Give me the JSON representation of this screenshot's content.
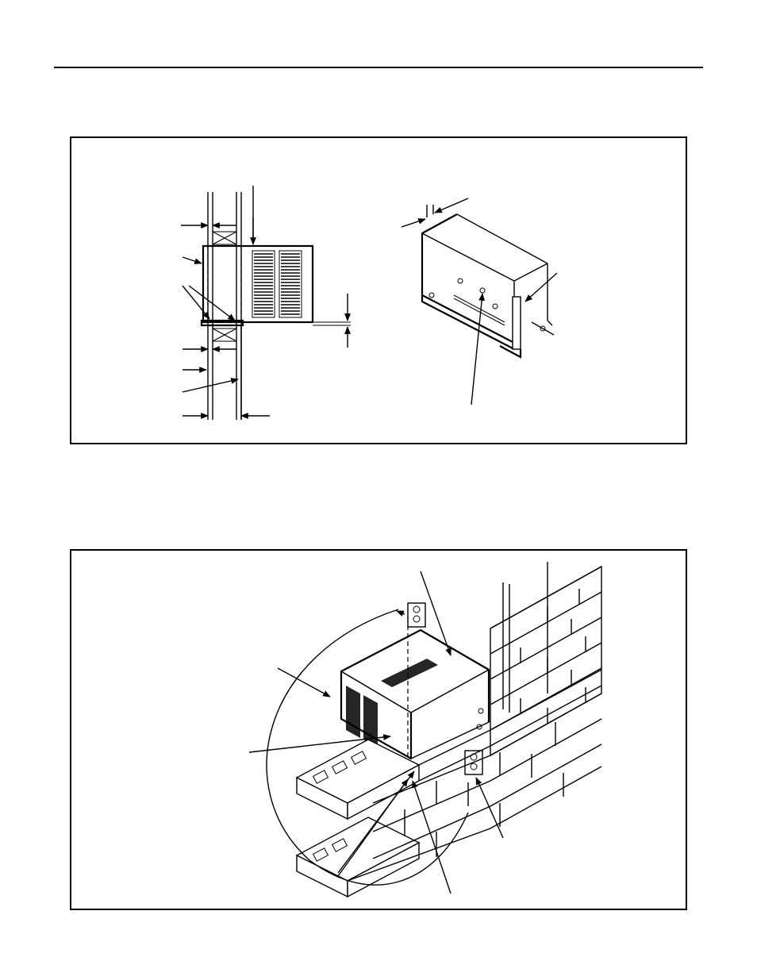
{
  "page": {
    "header_rule": true,
    "figures": [
      {
        "id": "fig1",
        "description_visible_text": "",
        "views": [
          "side-section-view",
          "sleeve-isometric-view"
        ]
      },
      {
        "id": "fig2",
        "description_visible_text": "",
        "views": [
          "masonry-wall-installation-view"
        ]
      }
    ]
  },
  "icons": {
    "arrow": "arrowhead-icon"
  },
  "colors": {
    "ink": "#000000",
    "paper": "#ffffff"
  }
}
